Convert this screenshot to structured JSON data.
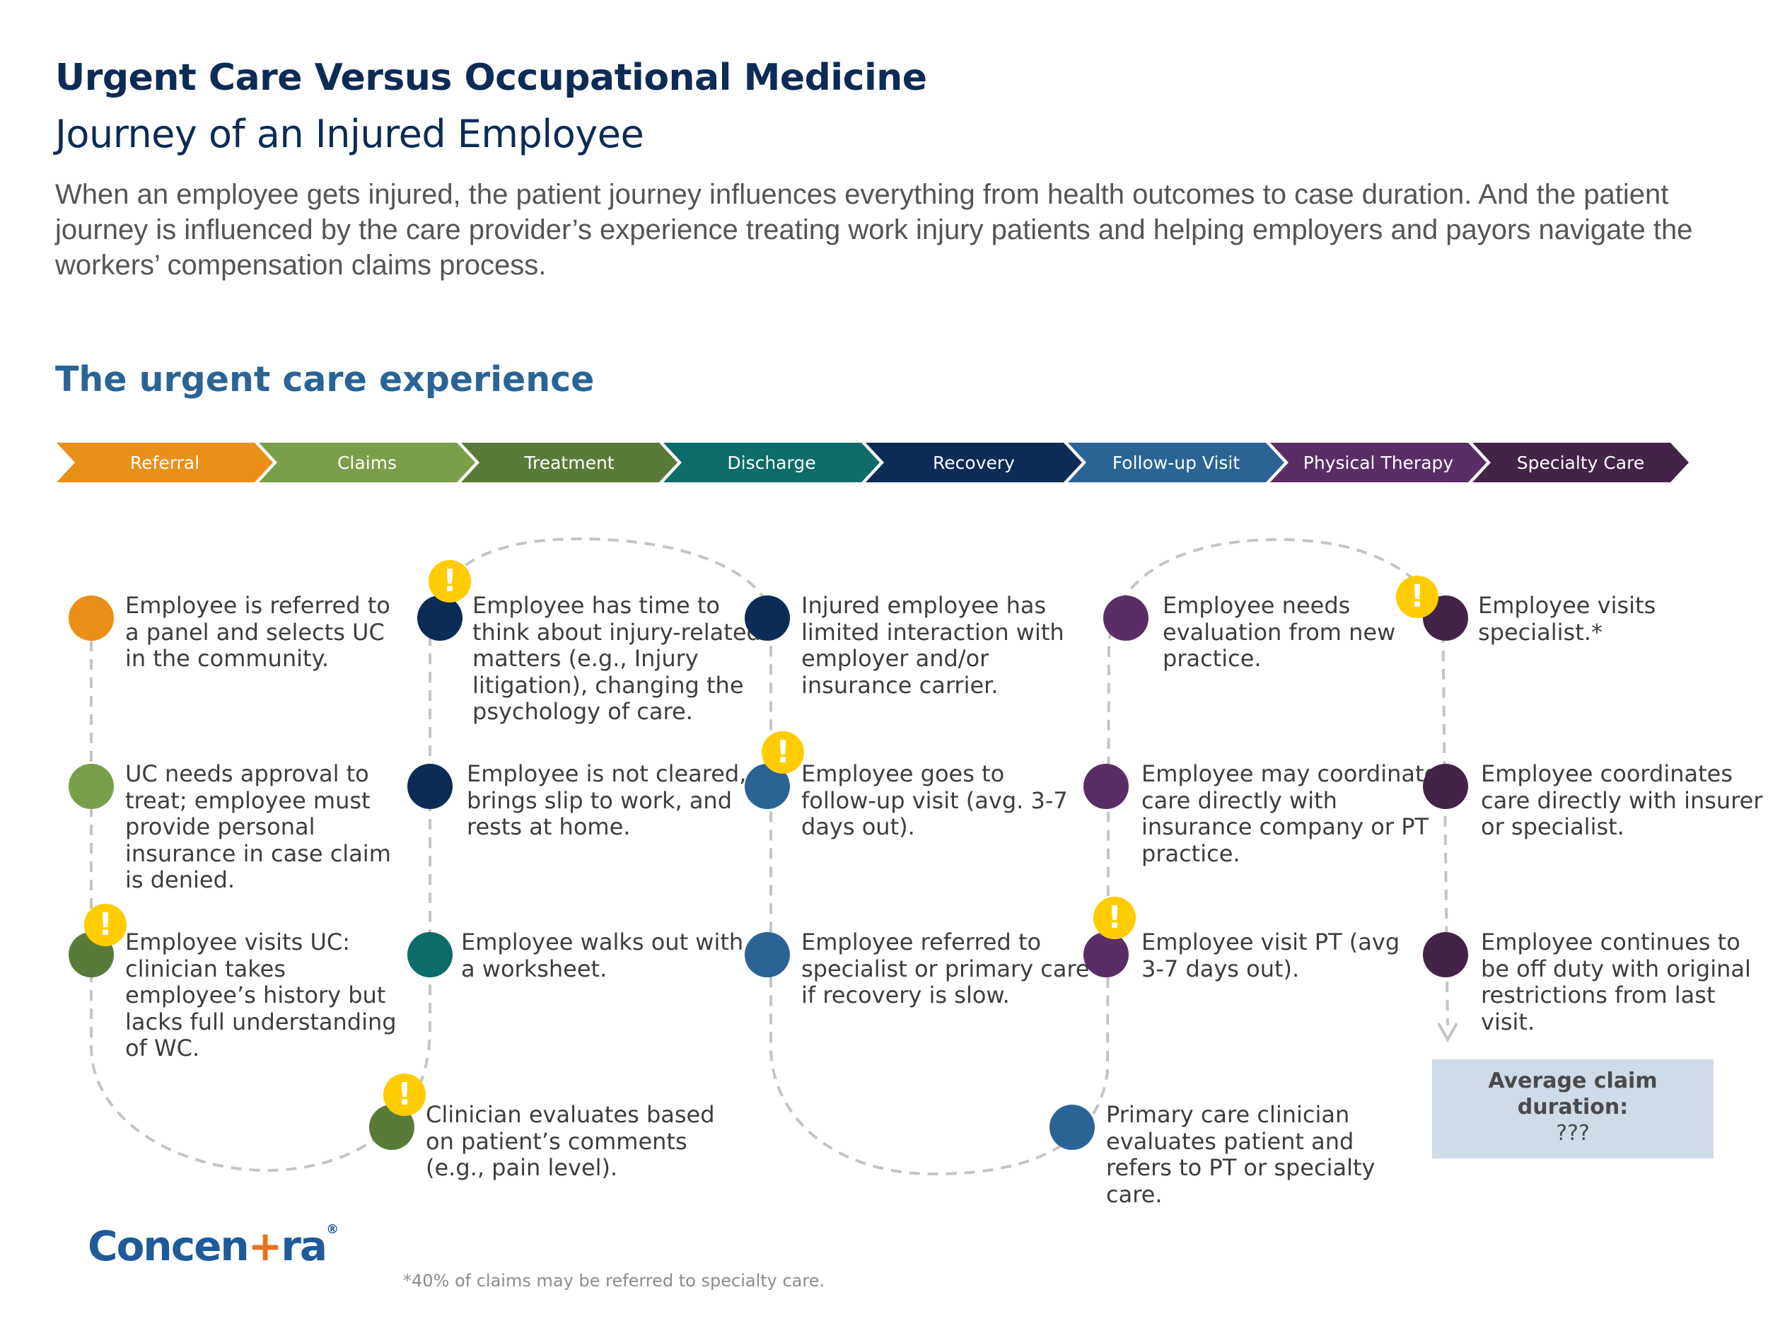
{
  "header": {
    "title": "Urgent Care Versus Occupational Medicine",
    "subtitle": "Journey of an Injured Employee",
    "intro": "When an employee gets injured, the patient journey influences everything from health outcomes to case duration. And the patient journey is influenced by the care provider’s experience treating work injury patients and helping employers and payors navigate the workers’ compensation claims process."
  },
  "section_title": "The urgent care experience",
  "stages": [
    {
      "label": "Referral",
      "color": "#ea8f17"
    },
    {
      "label": "Claims",
      "color": "#7a9e4a"
    },
    {
      "label": "Treatment",
      "color": "#5a7a39"
    },
    {
      "label": "Discharge",
      "color": "#0d6c6a"
    },
    {
      "label": "Recovery",
      "color": "#0c2b55"
    },
    {
      "label": "Follow-up Visit",
      "color": "#2a6496"
    },
    {
      "label": "Physical Therapy",
      "color": "#5b2d67"
    },
    {
      "label": "Specialty Care",
      "color": "#442348"
    }
  ],
  "steps": [
    {
      "text": "Employee is referred to a panel and selects UC in the community.",
      "color": "#ea8f17",
      "warning": false
    },
    {
      "text": "UC needs approval to treat; employee must provide personal insurance in case claim is denied.",
      "color": "#7a9e4a",
      "warning": false
    },
    {
      "text": "Employee visits UC: clinician takes employee’s history but lacks full understanding of WC.",
      "color": "#5a7a39",
      "warning": true
    },
    {
      "text": "Clinician evaluates based on patient’s comments (e.g., pain level).",
      "color": "#5a7a39",
      "warning": true
    },
    {
      "text": "Employee walks out with a worksheet.",
      "color": "#0d6c6a",
      "warning": false
    },
    {
      "text": "Employee is not cleared, brings slip to work, and rests at home.",
      "color": "#0c2b55",
      "warning": false
    },
    {
      "text": "Employee has time to think about injury-related matters (e.g., Injury litigation), changing the psychology of care.",
      "color": "#0c2b55",
      "warning": true
    },
    {
      "text": "Injured employee has limited interaction with employer and/or insurance carrier.",
      "color": "#0c2b55",
      "warning": false
    },
    {
      "text": "Employee goes to follow-up visit (avg. 3-7 days out).",
      "color": "#2a6496",
      "warning": true
    },
    {
      "text": "Employee referred to specialist or primary care if recovery is slow.",
      "color": "#2a6496",
      "warning": false
    },
    {
      "text": "Primary care clinician evaluates patient and refers to PT or specialty care.",
      "color": "#2a6496",
      "warning": false
    },
    {
      "text": "Employee visit PT (avg 3-7 days out).",
      "color": "#5b2d67",
      "warning": true
    },
    {
      "text": "Employee may coordinate care directly with insurance company or PT practice.",
      "color": "#5b2d67",
      "warning": false
    },
    {
      "text": "Employee needs evaluation from new practice.",
      "color": "#5b2d67",
      "warning": false
    },
    {
      "text": "Employee visits specialist.*",
      "color": "#442348",
      "warning": true
    },
    {
      "text": "Employee coordinates care directly with insurer or specialist.",
      "color": "#442348",
      "warning": false
    },
    {
      "text": "Employee continues to be off duty with original restrictions from last visit.",
      "color": "#442348",
      "warning": false
    }
  ],
  "warning_symbol": "!",
  "warning_color": "#ffcc00",
  "summary": {
    "label": "Average claim duration:",
    "value": "???"
  },
  "logo": {
    "part1": "Concen",
    "cross": "+",
    "part2": "ra",
    "reg": "®"
  },
  "footnote": "*40% of claims may be referred to specialty care."
}
